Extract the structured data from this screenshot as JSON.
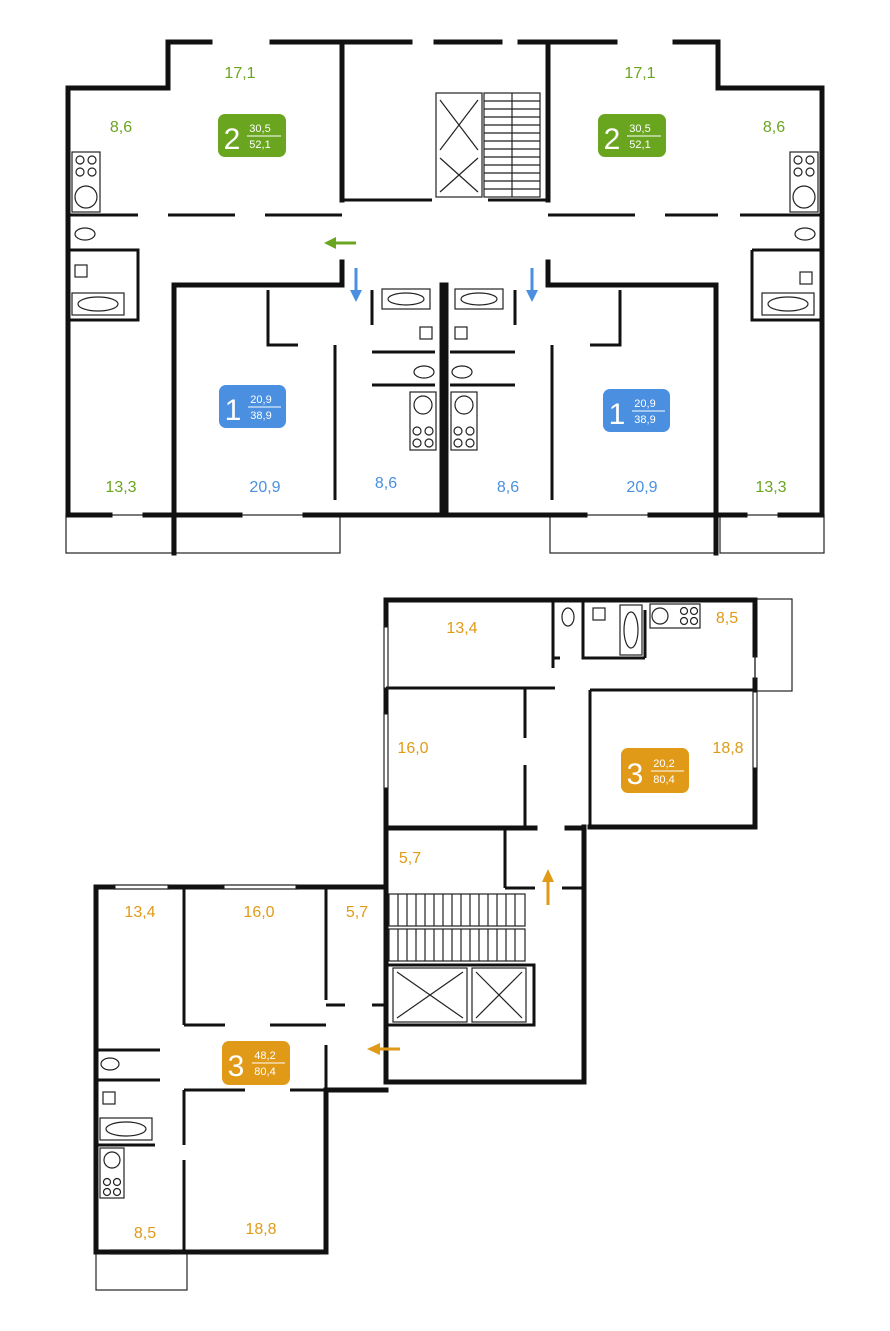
{
  "colors": {
    "two_room": "#6aa520",
    "one_room": "#4a8fe0",
    "three_room": "#e09a17",
    "wall": "#111111"
  },
  "top_plan": {
    "labels": {
      "left_bedroom": "17,1",
      "right_bedroom": "17,1",
      "left_kitchen": "8,6",
      "right_kitchen": "8,6",
      "left_room_bottom": "13,3",
      "right_room_bottom": "13,3",
      "one_left_room": "20,9",
      "one_right_room": "20,9",
      "one_left_kitchen": "8,6",
      "one_right_kitchen": "8,6"
    },
    "badges": [
      {
        "id": "two-left",
        "rooms": "2",
        "living": "30,5",
        "total": "52,1",
        "color": "two_room"
      },
      {
        "id": "two-right",
        "rooms": "2",
        "living": "30,5",
        "total": "52,1",
        "color": "two_room"
      },
      {
        "id": "one-left",
        "rooms": "1",
        "living": "20,9",
        "total": "38,9",
        "color": "one_room"
      },
      {
        "id": "one-right",
        "rooms": "1",
        "living": "20,9",
        "total": "38,9",
        "color": "one_room"
      }
    ]
  },
  "bottom_plan": {
    "labels": {
      "upper_room_top": "13,4",
      "upper_kitchen": "8,5",
      "upper_room_left": "16,0",
      "upper_room_right": "18,8",
      "upper_hall": "5,7",
      "lower_room_a": "13,4",
      "lower_room_b": "16,0",
      "lower_hall": "5,7",
      "lower_kitchen": "8,5",
      "lower_room_c": "18,8"
    },
    "badges": [
      {
        "id": "three-upper",
        "rooms": "3",
        "living": "20,2",
        "total": "80,4",
        "color": "three_room"
      },
      {
        "id": "three-lower",
        "rooms": "3",
        "living": "48,2",
        "total": "80,4",
        "color": "three_room"
      }
    ]
  }
}
